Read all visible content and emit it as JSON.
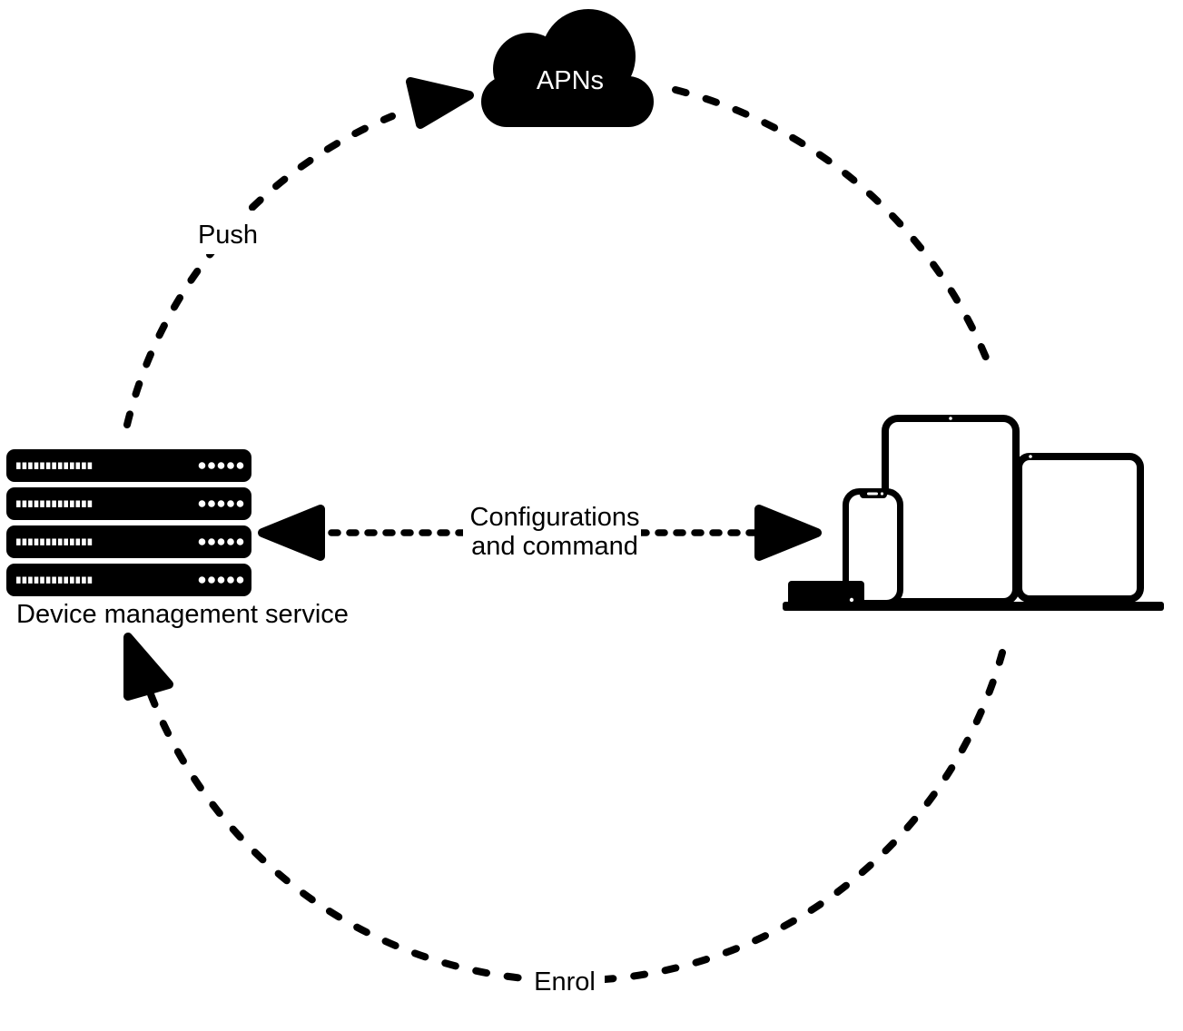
{
  "canvas": {
    "background": "#ffffff",
    "ink": "#000000"
  },
  "apns": {
    "label": "APNs",
    "icon": "cloud-icon",
    "label_color": "#ffffff"
  },
  "service": {
    "label": "Device management service",
    "icon": "server-rack-icon",
    "rack_units": 4
  },
  "devices": {
    "icons": [
      "ipad-icon",
      "macbook-icon",
      "iphone-icon",
      "mac-mini-icon"
    ]
  },
  "edges": {
    "push": {
      "label": "Push",
      "style": "dashed-arc",
      "arrow": "toward-cloud"
    },
    "cloud_to_devices": {
      "style": "dashed-arc"
    },
    "configurations": {
      "line1": "Configurations",
      "line2": "and command",
      "style": "dashed-double-arrow"
    },
    "enrol": {
      "label": "Enrol",
      "style": "dashed-arc",
      "arrow": "toward-service"
    }
  }
}
